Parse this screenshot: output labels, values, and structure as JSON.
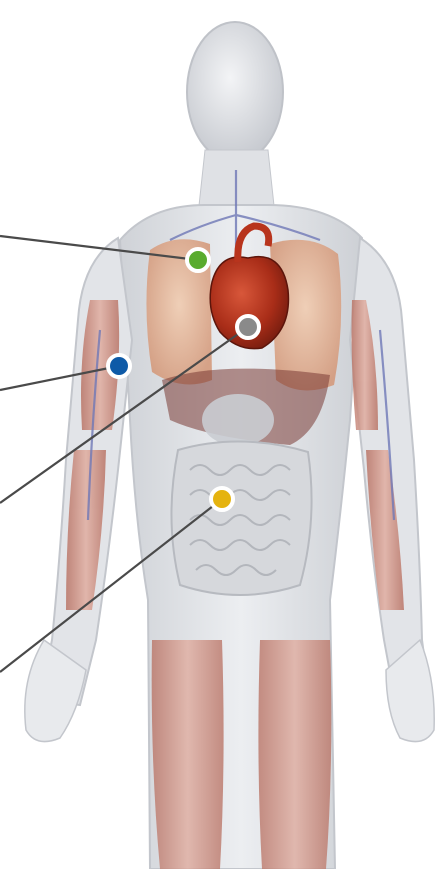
{
  "diagram": {
    "subject": "anatomy-figure",
    "background": "#ffffff",
    "markers": [
      {
        "id": "lungs",
        "color": "#5aab2e"
      },
      {
        "id": "arm-muscle",
        "color": "#0e5aa7"
      },
      {
        "id": "heart",
        "color": "#8a8a8a"
      },
      {
        "id": "intestines",
        "color": "#e5b30f"
      }
    ],
    "leader_color": "#4a4a4a",
    "palette": {
      "body_shell": "#e4e6ea",
      "body_edge": "#c9ccd2",
      "lung": "#e9b99a",
      "heart": "#b8341d",
      "muscle": "#c98c7e",
      "intestine": "#d6d8dc",
      "liver": "#7a3a34",
      "vessel": "#6f78b6"
    }
  }
}
